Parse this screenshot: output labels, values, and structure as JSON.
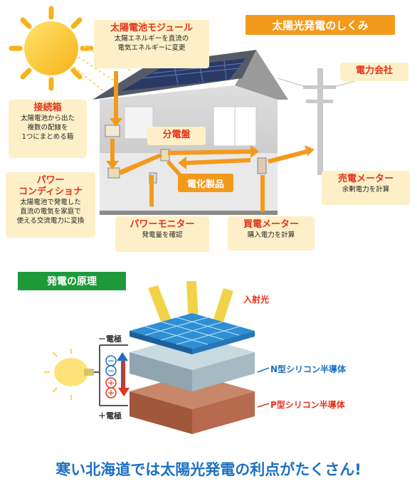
{
  "header": {
    "title": "太陽光発電のしくみ"
  },
  "components": {
    "module": {
      "title": "太陽電池モジュール",
      "desc": "太陽エネルギーを直流の\n電気エネルギーに変更"
    },
    "junction_box": {
      "title": "接続箱",
      "desc": "太陽電池から出た\n複数の配線を\n1つにまとめる箱"
    },
    "power_conditioner": {
      "title": "パワー\nコンディショナ",
      "desc": "太陽電池で発電した\n直流の電気を家庭で\n使える交流電力に変換"
    },
    "distribution_board": {
      "title": "分電盤"
    },
    "appliances": {
      "title": "電化製品"
    },
    "power_monitor": {
      "title": "パワーモニター",
      "desc": "発電量を確認"
    },
    "purchase_meter": {
      "title": "買電メーター",
      "desc": "購入電力を計算"
    },
    "sale_meter": {
      "title": "売電メーター",
      "desc": "余剰電力を計算"
    },
    "power_company": {
      "title": "電力会社"
    }
  },
  "principle": {
    "title": "発電の原理",
    "incident_light": "入射光",
    "n_type": "N型シリコン半導体",
    "p_type": "P型シリコン半導体",
    "minus_electrode": "－電極",
    "plus_electrode": "＋電極",
    "minus_sign": "－",
    "plus_sign": "＋"
  },
  "footer": {
    "text": "寒い北海道では太陽光発電の利点がたくさん!"
  },
  "colors": {
    "accent_orange": "#f39a1c",
    "red": "#e4331c",
    "blue": "#1c6fc4",
    "green": "#1f9a3a",
    "callout_bg": "#fdf0c8"
  },
  "icons": [
    "sun-icon",
    "house-illustration",
    "utility-pole-icon",
    "solar-cell-layers",
    "light-bulb-icon"
  ]
}
